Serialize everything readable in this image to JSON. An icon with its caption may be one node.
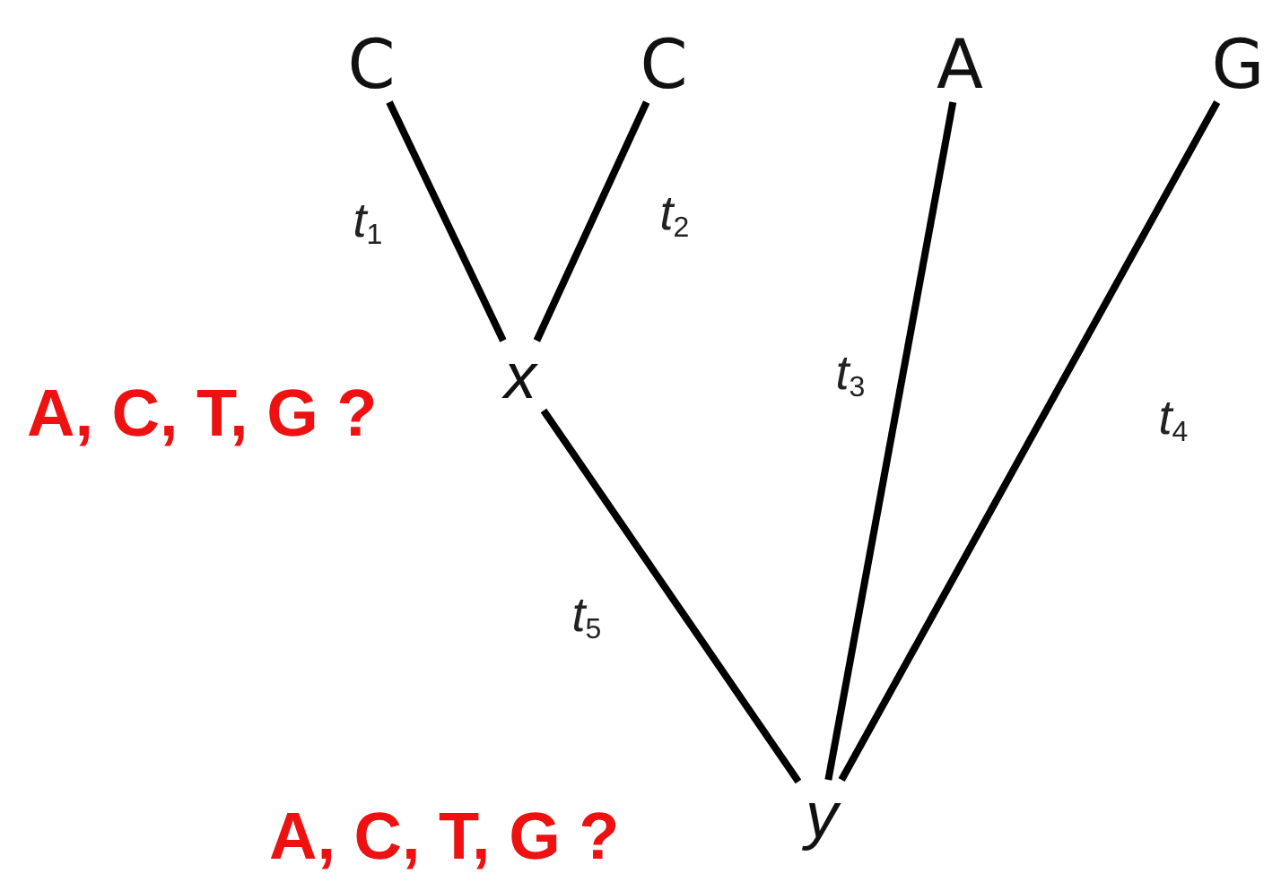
{
  "diagram": {
    "nodes": [
      {
        "text": [
          "C"
        ]
      },
      {
        "text": [
          "C"
        ]
      },
      {
        "text": [
          "A"
        ]
      },
      {
        "text": [
          "G"
        ]
      },
      {
        "text": [
          "x"
        ],
        "beside": [
          "A, C, T, G ?"
        ]
      },
      {
        "text": [
          "y"
        ],
        "beside": [
          "A, C, T, G ?"
        ]
      }
    ],
    "edges": [
      {
        "from": 0,
        "to": 4,
        "arrow": "none",
        "label": "*t*$_{1}$"
      },
      {
        "from": 1,
        "to": 4,
        "arrow": "none",
        "label": "*t*$_{2}$"
      },
      {
        "from": 2,
        "to": 5,
        "arrow": "none",
        "label": "*t*$_{3}$"
      },
      {
        "from": 3,
        "to": 5,
        "arrow": "none",
        "label": "*t*$_{4}$"
      },
      {
        "from": 4,
        "to": 5,
        "arrow": "none",
        "label": "*t*$_{5}$"
      }
    ]
  }
}
